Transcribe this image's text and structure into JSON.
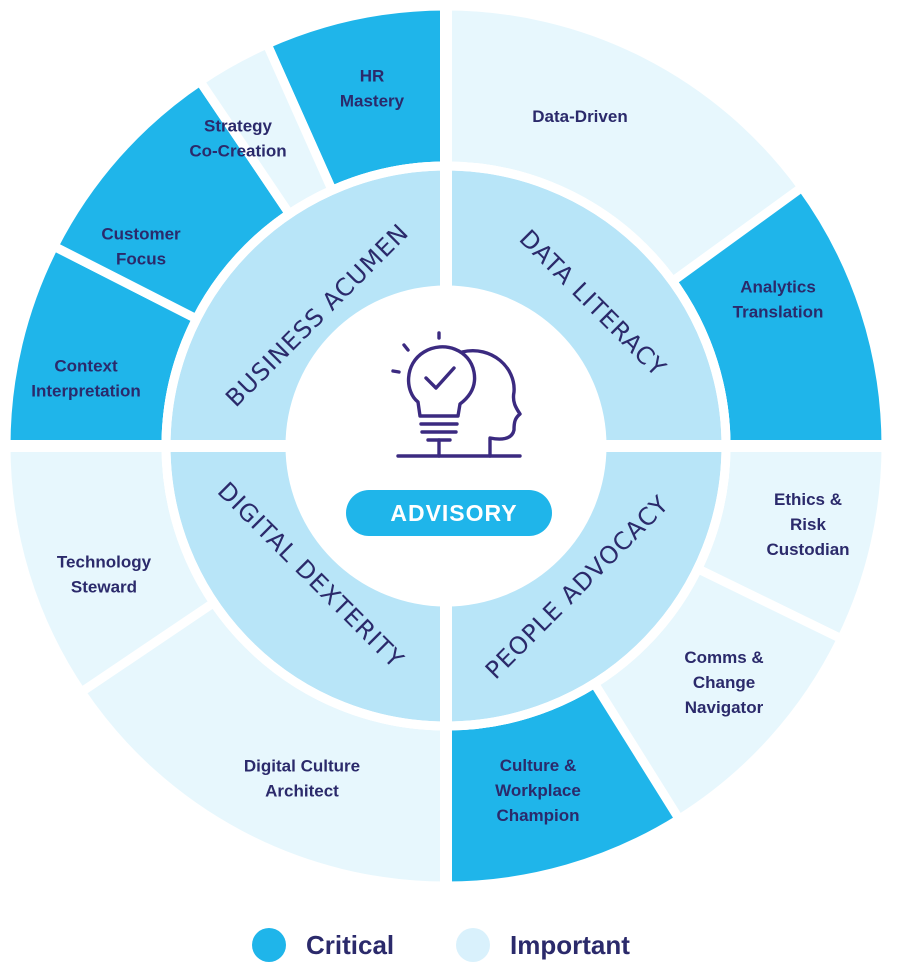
{
  "colors": {
    "critical": "#1fb5ea",
    "important": "#e7f7fd",
    "ring": "#b8e5f8",
    "center": "#ffffff",
    "text": "#2b2a6b",
    "icon": "#3b2a80"
  },
  "center": {
    "icon": "lightbulb-head-icon",
    "label": "ADVISORY"
  },
  "ring": [
    {
      "label": "BUSINESS ACUMEN"
    },
    {
      "label": "DATA LITERACY"
    },
    {
      "label": "PEOPLE ADVOCACY"
    },
    {
      "label": "DIGITAL DEXTERITY"
    }
  ],
  "segments": [
    {
      "lines": [
        "HR",
        "Mastery"
      ],
      "level": "critical"
    },
    {
      "lines": [
        "Data-Driven"
      ],
      "level": "important"
    },
    {
      "lines": [
        "Analytics",
        "Translation"
      ],
      "level": "critical"
    },
    {
      "lines": [
        "Ethics &",
        "Risk",
        "Custodian"
      ],
      "level": "important"
    },
    {
      "lines": [
        "Comms &",
        "Change",
        "Navigator"
      ],
      "level": "important"
    },
    {
      "lines": [
        "Culture &",
        "Workplace",
        "Champion"
      ],
      "level": "critical"
    },
    {
      "lines": [
        "Digital Culture",
        "Architect"
      ],
      "level": "important"
    },
    {
      "lines": [
        "Technology",
        "Steward"
      ],
      "level": "important"
    },
    {
      "lines": [
        "Context",
        "Interpretation"
      ],
      "level": "critical"
    },
    {
      "lines": [
        "Customer",
        "Focus"
      ],
      "level": "critical"
    },
    {
      "lines": [
        "Strategy",
        "Co-Creation"
      ],
      "level": "important"
    }
  ],
  "legend": [
    {
      "label": "Critical",
      "level": "critical"
    },
    {
      "label": "Important",
      "level": "important"
    }
  ]
}
